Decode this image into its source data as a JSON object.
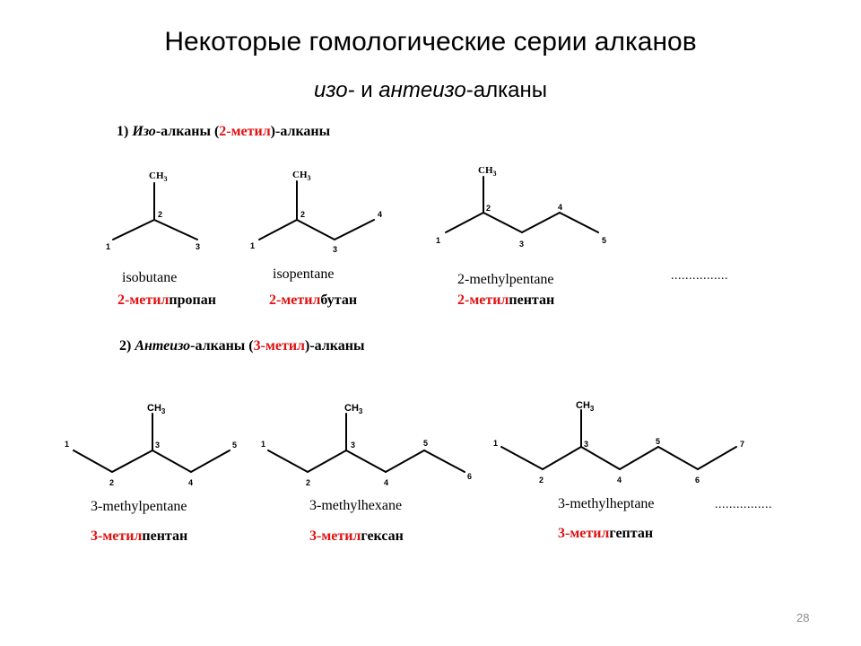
{
  "title": "Некоторые гомологические серии алканов",
  "subtitle": {
    "iso": "изо-",
    "and": " и ",
    "anteiso": "антеизо",
    "alkanes": "-алканы"
  },
  "section1": {
    "number": "1) ",
    "iso": "Изо",
    "dash_alkanes": "-алканы (",
    "methyl": "2-метил",
    "tail": ")-алканы"
  },
  "section2": {
    "number": "2) ",
    "anteiso": "Антеизо",
    "dash_alkanes": "-алканы (",
    "methyl": "3-метил",
    "tail": ")-алканы"
  },
  "ch3_label": "CH",
  "ch3_sub": "3",
  "numbers": {
    "n1": "1",
    "n2": "2",
    "n3": "3",
    "n4": "4",
    "n5": "5",
    "n6": "6",
    "n7": "7"
  },
  "iso_compounds": [
    {
      "english": "isobutane",
      "prefix": "2-метил",
      "stem": "пропан"
    },
    {
      "english": "isopentane",
      "prefix": "2-метил",
      "stem": "бутан"
    },
    {
      "english": "2-methylpentane",
      "prefix": "2-метил",
      "stem": "пентан"
    }
  ],
  "anteiso_compounds": [
    {
      "english": "3-methylpentane",
      "prefix": "3-метил",
      "stem": "пентан"
    },
    {
      "english": "3-methylhexane",
      "prefix": "3-метил",
      "stem": "гексан"
    },
    {
      "english": "3-methylheptane",
      "prefix": "3-метил",
      "stem": "гептан"
    }
  ],
  "ellipsis": "................",
  "page_number": "28",
  "colors": {
    "highlight": "#e01010",
    "text": "#000000",
    "page_number": "#8c8c8c"
  }
}
